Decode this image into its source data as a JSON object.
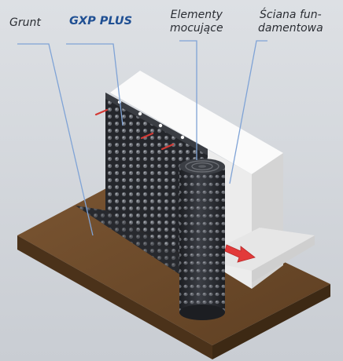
{
  "labels": {
    "grunt": "Grunt",
    "product": "GXP PLUS",
    "fixing": {
      "line1": "Elementy",
      "line2": "mocujące"
    },
    "wall": {
      "line1": "Ściana fun-",
      "line2": "damentowa"
    }
  },
  "colors": {
    "background": "#d7dbe0",
    "ground": "#6b4a2a",
    "membrane": "#2b2e33",
    "wall": "#f1f1f1",
    "leader_lines": "#7fa3d6",
    "arrow": "#e23a3a",
    "product_label": "#1f4f93"
  },
  "icons": {
    "arrow": "red-direction-arrow",
    "fixing_pins": "red-fixing-pins"
  }
}
